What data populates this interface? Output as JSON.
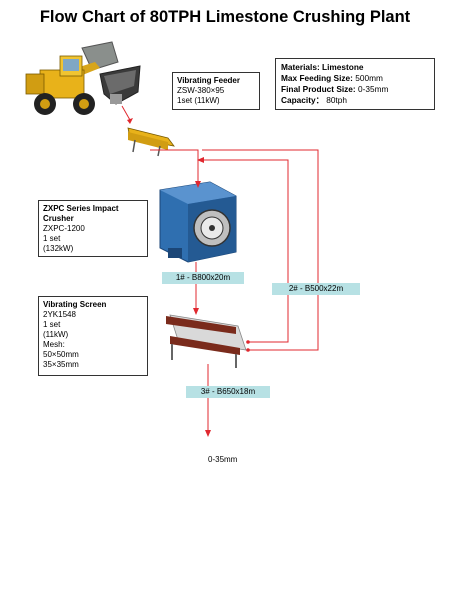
{
  "title": "Flow Chart of 80TPH Limestone Crushing Plant",
  "materials": {
    "material_label": "Materials:",
    "material_value": "Limestone",
    "max_feed_label": "Max Feeding Size:",
    "max_feed_value": "500mm",
    "final_size_label": "Final Product Size:",
    "final_size_value": "0-35mm",
    "capacity_label": "Capacity：",
    "capacity_value": "80tph"
  },
  "feeder": {
    "name": "Vibrating Feeder",
    "model": "ZSW-380×95",
    "spec": "1set  (11kW)"
  },
  "crusher": {
    "name_line1": "ZXPC Series Impact",
    "name_line2": "Crusher",
    "model": "ZXPC-1200",
    "qty": "1 set",
    "power": "(132kW)"
  },
  "screen": {
    "name": "Vibrating Screen",
    "model": "2YK1548",
    "qty": "1 set",
    "power": "(11kW)",
    "mesh_label": "Mesh:",
    "mesh1": "50×50mm",
    "mesh2": "35×35mm"
  },
  "belts": {
    "belt1": "1# - B800x20m",
    "belt2": "2# - B500x22m",
    "belt3": "3# - B650x18m"
  },
  "product": "0-35mm",
  "colors": {
    "flow_line": "#e0282f",
    "belt_label_bg": "#b7e1e4",
    "crusher_blue": "#2f6fb0",
    "loader_yellow": "#e8b21a"
  }
}
